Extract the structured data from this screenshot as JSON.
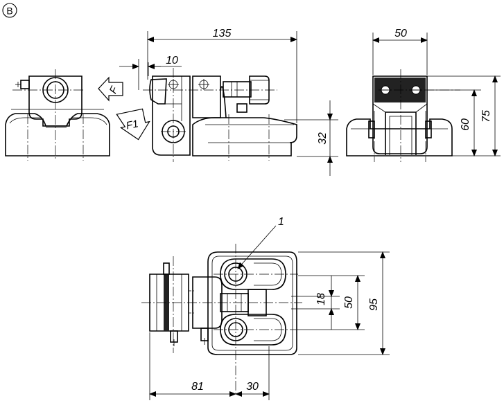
{
  "view_label": "B",
  "force_labels": {
    "f": "F",
    "f1": "F1"
  },
  "part_number": "1",
  "dimensions": {
    "overall_length": "135",
    "offset_10": "10",
    "height_32": "32",
    "width_50_top": "50",
    "height_60": "60",
    "height_75": "75",
    "spacing_18": "18",
    "spacing_50": "50",
    "depth_95": "95",
    "length_81": "81",
    "length_30": "30"
  }
}
